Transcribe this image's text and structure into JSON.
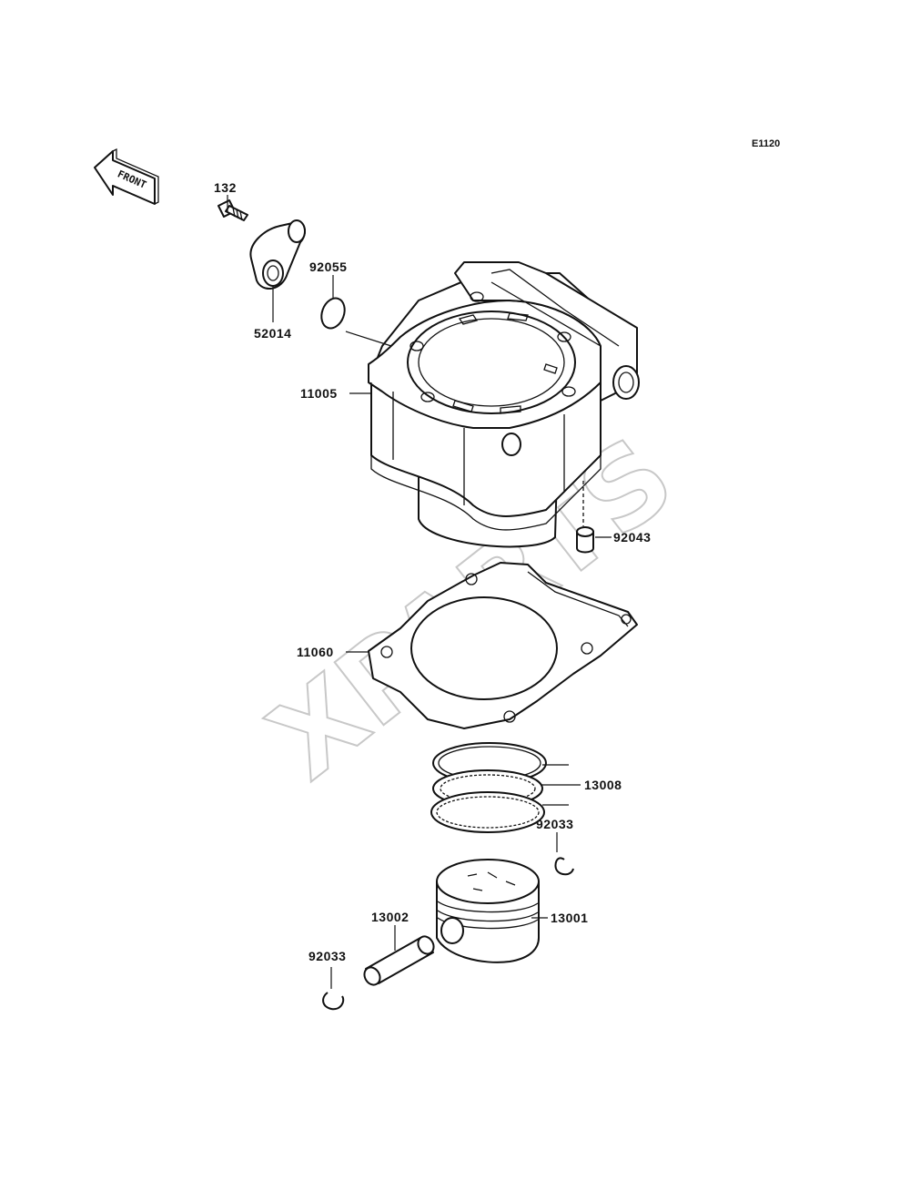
{
  "diagram_code": "E1120",
  "front_arrow_text": "FRONT",
  "watermark": "XPARTS",
  "colors": {
    "ink": "#111111",
    "watermark": "#c8c8c8",
    "background": "#ffffff"
  },
  "parts": [
    {
      "id": "p132",
      "number": "132"
    },
    {
      "id": "p92055",
      "number": "92055"
    },
    {
      "id": "p52014",
      "number": "52014"
    },
    {
      "id": "p11005",
      "number": "11005"
    },
    {
      "id": "p92043",
      "number": "92043"
    },
    {
      "id": "p11060",
      "number": "11060"
    },
    {
      "id": "p13008",
      "number": "13008"
    },
    {
      "id": "p92033a",
      "number": "92033"
    },
    {
      "id": "p13002",
      "number": "13002"
    },
    {
      "id": "p13001",
      "number": "13001"
    },
    {
      "id": "p92033b",
      "number": "92033"
    }
  ]
}
